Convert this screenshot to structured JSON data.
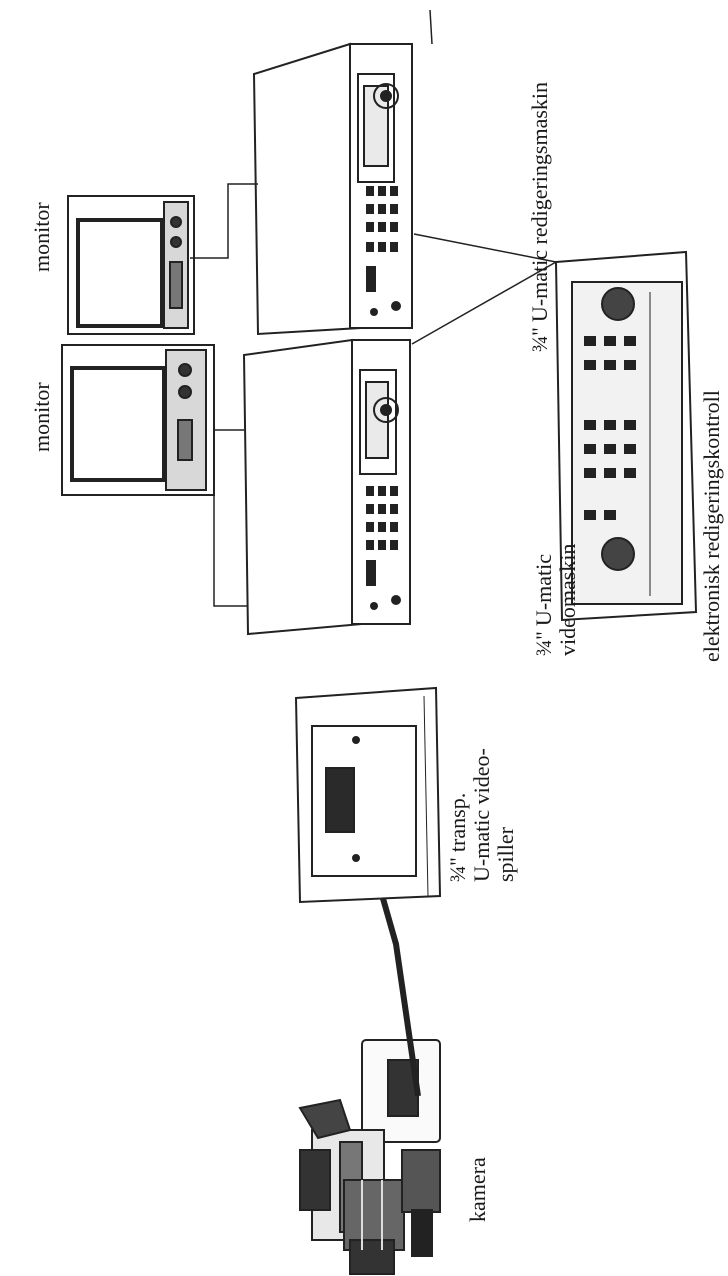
{
  "diagram": {
    "labels": {
      "camera": "kamera",
      "portable_player": [
        "¾'' transp.",
        "U-matic video-",
        "spiller"
      ],
      "video_machine": [
        "¾'' U-matic",
        "videomaskin"
      ],
      "monitor_1": "monitor",
      "monitor_2": "monitor",
      "edit_machine": "¾'' U-matic redigeringsmaskin",
      "edit_controller": "elektronisk redigeringskontroll"
    }
  }
}
